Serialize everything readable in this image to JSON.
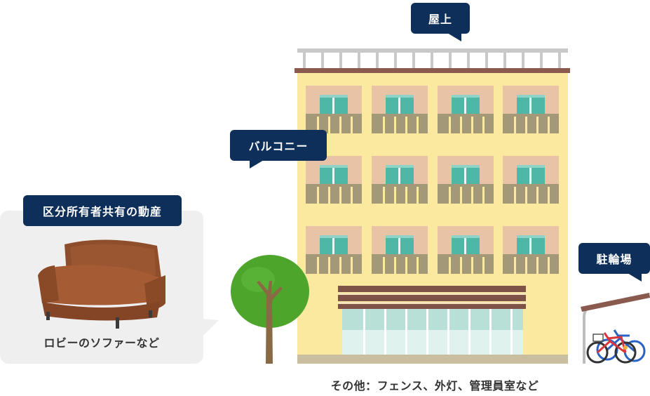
{
  "labels": {
    "rooftop": "屋上",
    "balcony": "バルコニー",
    "common_movables": "区分所有者共有の動産",
    "bicycle_parking": "駐輪場"
  },
  "captions": {
    "sofa": "ロビーのソファーなど",
    "other": "その他：フェンス、外灯、管理員室など"
  },
  "colors": {
    "label_bg": "#0e2f5a",
    "building_wall": "#fbe9a0",
    "window_frame": "#e9c3a5",
    "window_glass": "#4eb7a6",
    "balcony_rail": "#a39878",
    "awning": "#7e5247",
    "tree_green": "#4ea52b",
    "tree_trunk": "#8a6a45",
    "sofa": "#9a5631",
    "panel_bg": "#efefef"
  }
}
